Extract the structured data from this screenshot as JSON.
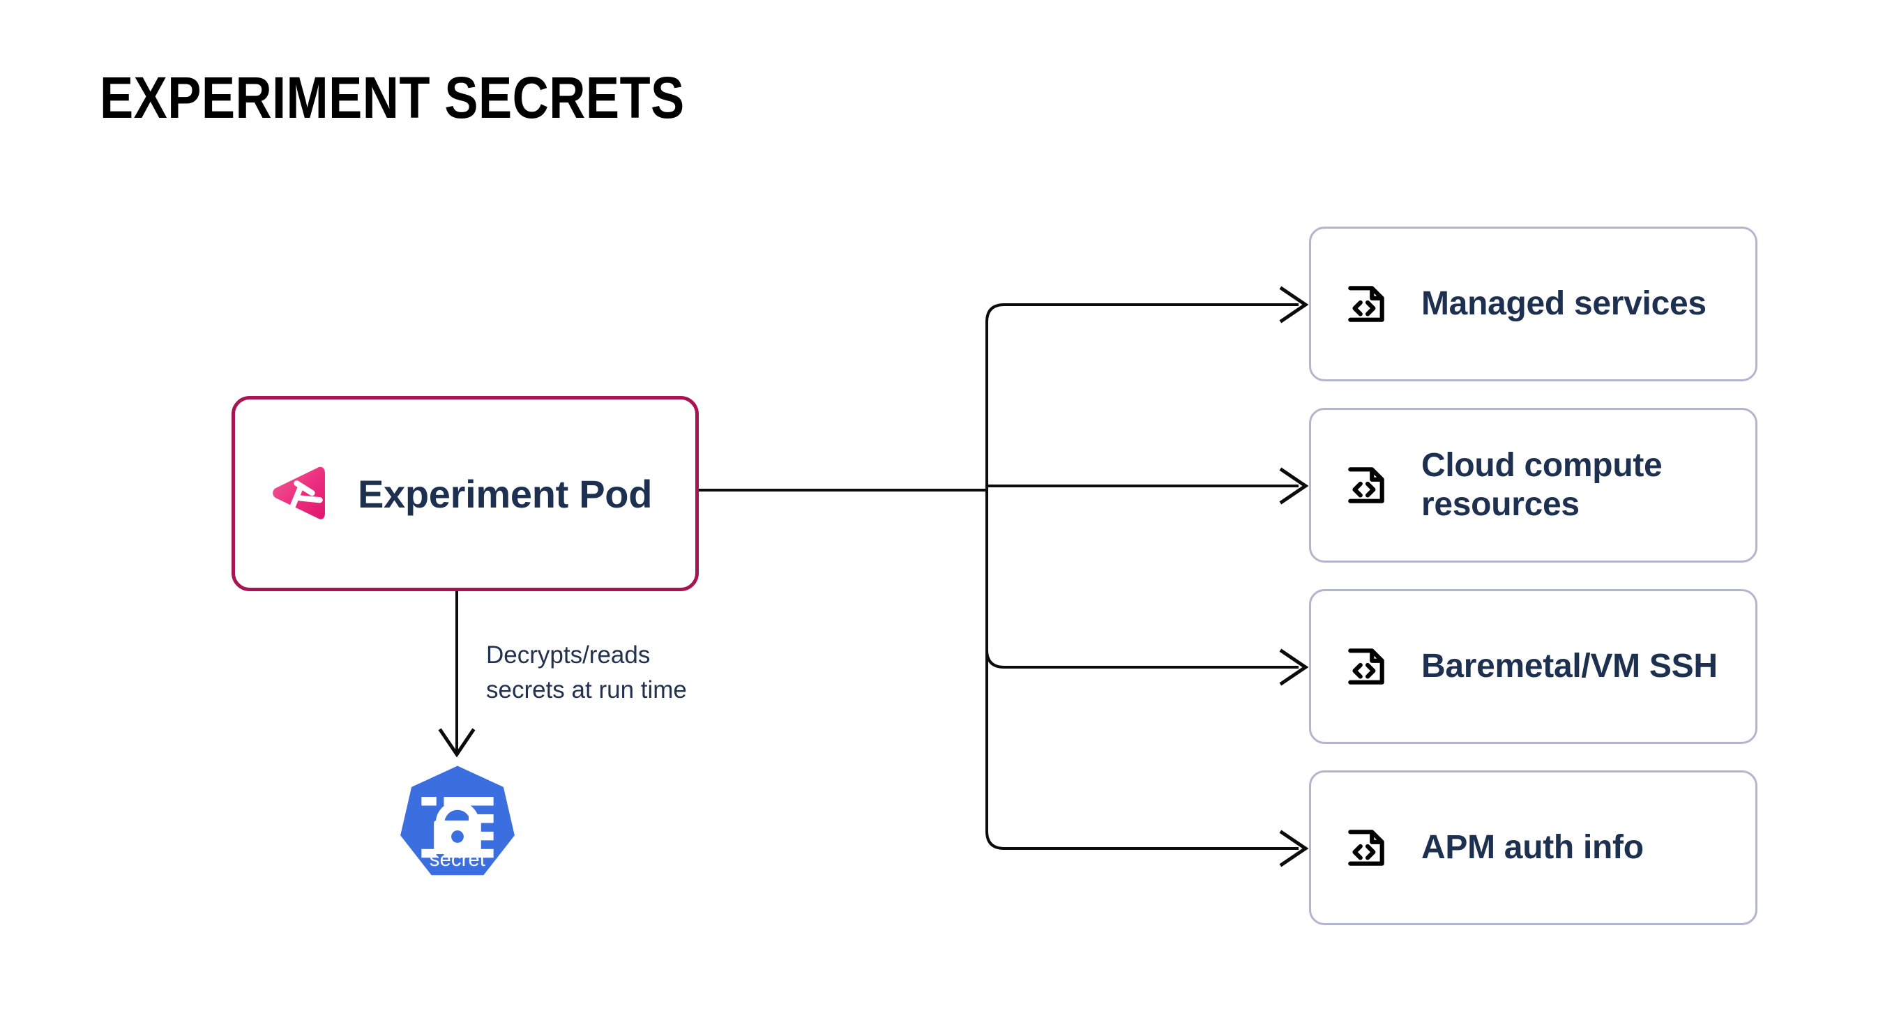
{
  "page": {
    "title": "EXPERIMENT SECRETS",
    "background_color": "#ffffff"
  },
  "colors": {
    "pod_border": "#a81453",
    "pod_logo_gradient_from": "#f05a8e",
    "pod_logo_gradient_to": "#e0156f",
    "card_border": "#b3b5cf",
    "heading_text": "#000000",
    "node_text": "#1e3050",
    "caption_text": "#22314e",
    "secret_blue": "#3b6fe0",
    "connector_line": "#0b0b0b"
  },
  "source_node": {
    "label": "Experiment Pod",
    "icon": "litmus-chaos-logo",
    "border_color": "#a81453",
    "port_icon": "connection-port-circle"
  },
  "secret_node": {
    "label": "secret",
    "icon": "kubernetes-secret-lock-icon",
    "fill_color": "#3b6fe0"
  },
  "edges": {
    "secret_edge_caption": "Decrypts/reads\nsecrets at run time",
    "arrowhead_style": "open-chevron"
  },
  "targets": {
    "icon": "file-code-icon",
    "items": [
      {
        "label": "Managed services"
      },
      {
        "label": "Cloud compute resources"
      },
      {
        "label": "Baremetal/VM SSH"
      },
      {
        "label": "APM auth info"
      }
    ]
  }
}
